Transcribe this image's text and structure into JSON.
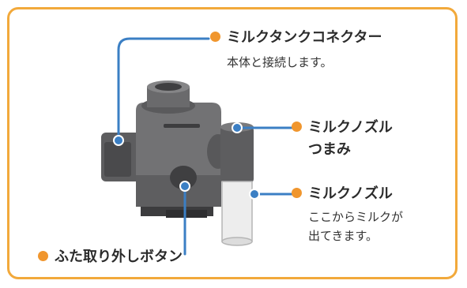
{
  "colors": {
    "frame": "#f2a93b",
    "bullet": "#f0962e",
    "leader": "#3b7fc4",
    "device_body": "#6e6e70",
    "device_dark": "#454547"
  },
  "callouts": {
    "tank_connector": {
      "title": "ミルクタンクコネクター",
      "desc": "本体と接続します。"
    },
    "nozzle_knob": {
      "title_line1": "ミルクノズル",
      "title_line2": "つまみ"
    },
    "milk_nozzle": {
      "title": "ミルクノズル",
      "desc_line1": "ここからミルクが",
      "desc_line2": "出てきます。"
    },
    "lid_release": {
      "title": "ふた取り外しボタン"
    }
  }
}
